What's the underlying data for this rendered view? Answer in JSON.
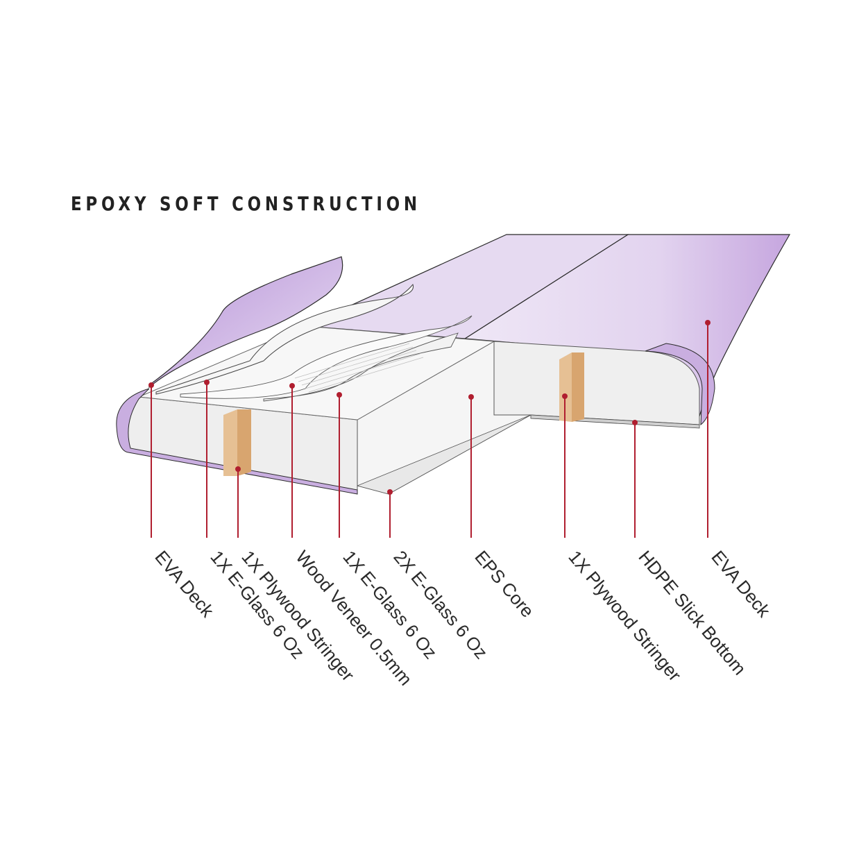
{
  "title": "EPOXY SOFT CONSTRUCTION",
  "colors": {
    "deck_purple": "#c9aee0",
    "deck_light": "#e4d8ef",
    "core_gray": "#eeeeee",
    "stringer_wood": "#d8a56f",
    "leader_red": "#b01e2f"
  },
  "labels": [
    "EVA Deck",
    "1X E-Glass 6 Oz",
    "1X Plywood Stringer",
    "Wood Veneer 0.5mm",
    "1X E-Glass 6 Oz",
    "2X E-Glass 6 Oz",
    "EPS Core",
    "1X Plywood Stringer",
    "HDPE Slick Bottom",
    "EVA Deck"
  ]
}
